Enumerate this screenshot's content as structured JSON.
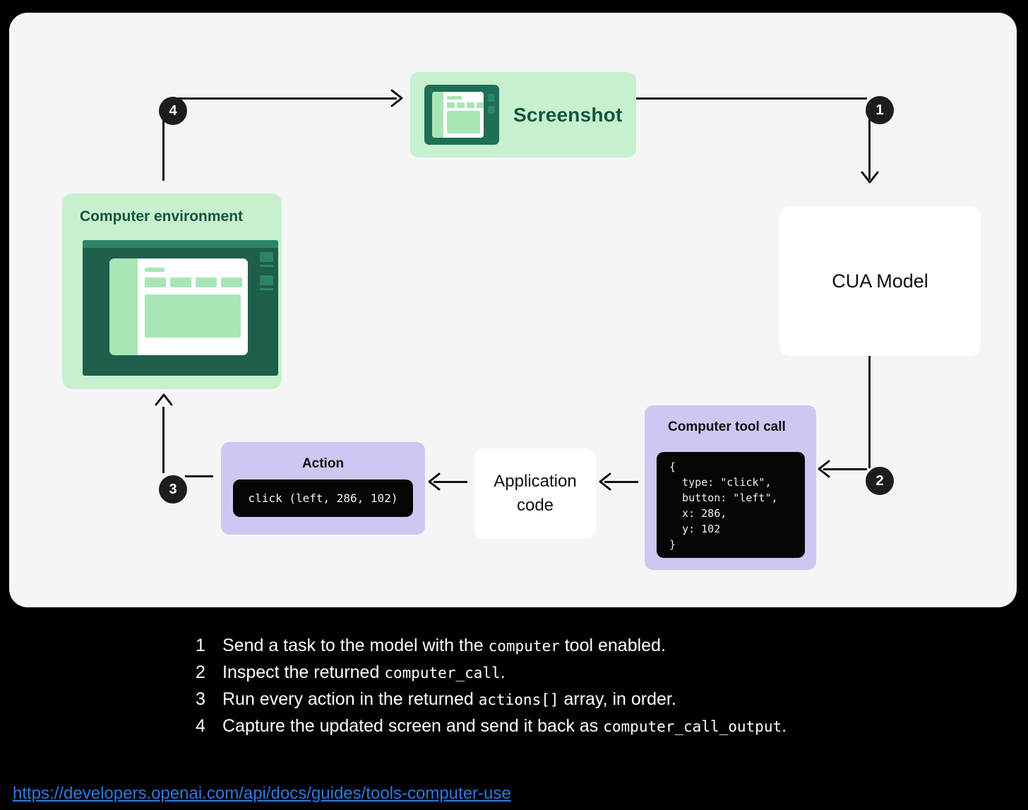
{
  "canvas": {
    "background": "#f5f5f5",
    "page_background": "#000000"
  },
  "colors": {
    "green_card": "#c7f0cf",
    "green_dark": "#1f5e4c",
    "green_mid": "#2f8466",
    "green_light": "#a8e6b6",
    "green_text": "#14543f",
    "purple_card": "#cdc8f2",
    "code_bg": "#050505",
    "badge_bg": "#1d1d1d",
    "link": "#2a7ae2"
  },
  "nodes": {
    "screenshot": {
      "label": "Screenshot",
      "icon": "monitor-screenshot-icon"
    },
    "computer_environment": {
      "label": "Computer environment",
      "icon": "monitor-desktop-icon"
    },
    "cua_model": {
      "label": "CUA Model"
    },
    "computer_tool_call": {
      "label": "Computer tool call",
      "code": "{\n  type: \"click\",\n  button: \"left\",\n  x: 286,\n  y: 102\n}"
    },
    "application_code": {
      "line1": "Application",
      "line2": "code"
    },
    "action": {
      "label": "Action",
      "code": "click (left, 286, 102)"
    }
  },
  "badges": [
    {
      "id": "1",
      "value": "1"
    },
    {
      "id": "2",
      "value": "2"
    },
    {
      "id": "3",
      "value": "3"
    },
    {
      "id": "4",
      "value": "4"
    }
  ],
  "legend": [
    {
      "num": "1",
      "parts": [
        {
          "t": "Send a task to the model with the ",
          "mono": false
        },
        {
          "t": "computer",
          "mono": true
        },
        {
          "t": " tool enabled.",
          "mono": false
        }
      ]
    },
    {
      "num": "2",
      "parts": [
        {
          "t": "Inspect the returned ",
          "mono": false
        },
        {
          "t": "computer_call",
          "mono": true
        },
        {
          "t": ".",
          "mono": false
        }
      ]
    },
    {
      "num": "3",
      "parts": [
        {
          "t": "Run every action in the returned ",
          "mono": false
        },
        {
          "t": "actions[]",
          "mono": true
        },
        {
          "t": " array, in order.",
          "mono": false
        }
      ]
    },
    {
      "num": "4",
      "parts": [
        {
          "t": "Capture the updated screen and send it back as ",
          "mono": false
        },
        {
          "t": "computer_call_output",
          "mono": true
        },
        {
          "t": ".",
          "mono": false
        }
      ]
    }
  ],
  "footer": {
    "link_text": "https://developers.openai.com/api/docs/guides/tools-computer-use"
  }
}
